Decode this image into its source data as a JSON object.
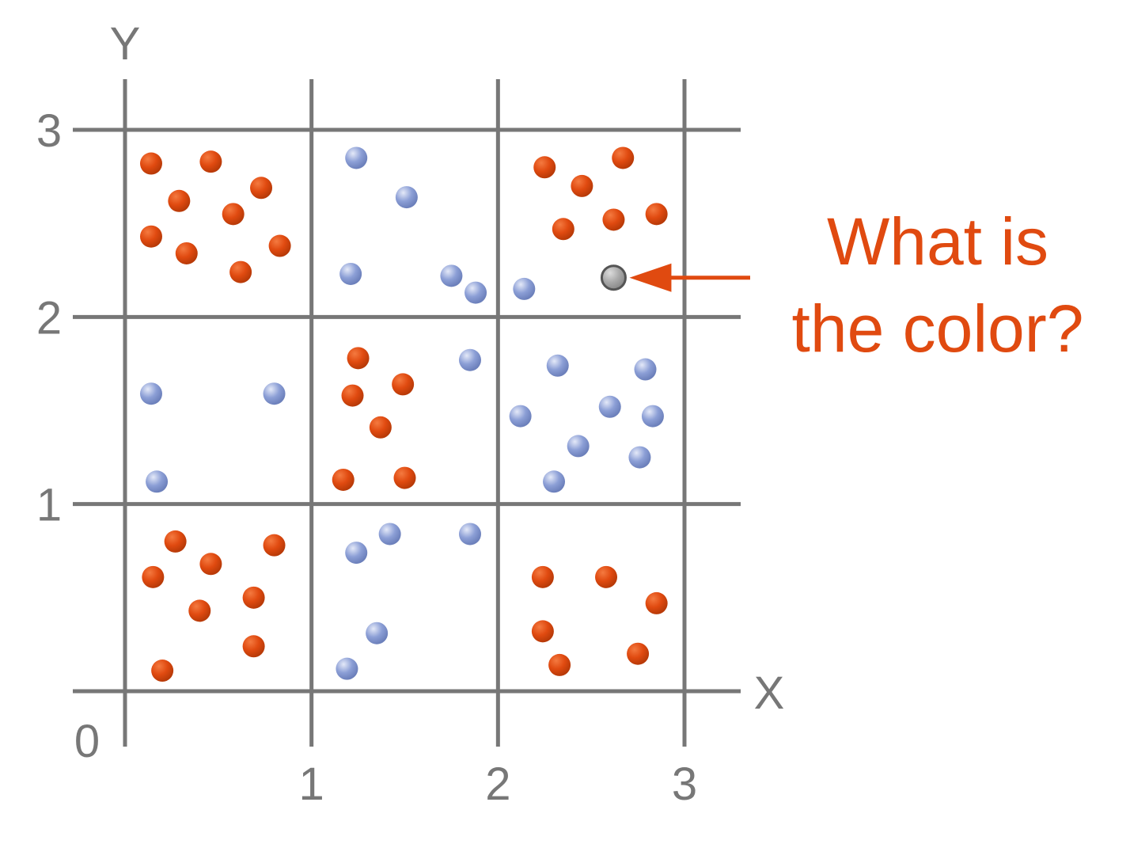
{
  "chart_data": {
    "type": "scatter",
    "title": "",
    "xlabel": "X",
    "ylabel": "Y",
    "origin_label": "0",
    "xlim": [
      0,
      3
    ],
    "ylim": [
      0,
      3
    ],
    "x_ticks": [
      "1",
      "2",
      "3"
    ],
    "y_ticks": [
      "1",
      "2",
      "3"
    ],
    "grid": true,
    "colors": {
      "orange": "#e04a10",
      "blue": "#8c9fd6",
      "unknown": "#aaaaaa",
      "grid": "#777777"
    },
    "series": [
      {
        "color": "orange",
        "points": [
          [
            0.14,
            2.82
          ],
          [
            0.46,
            2.83
          ],
          [
            0.29,
            2.62
          ],
          [
            0.73,
            2.69
          ],
          [
            0.58,
            2.55
          ],
          [
            0.14,
            2.43
          ],
          [
            0.33,
            2.34
          ],
          [
            0.83,
            2.38
          ],
          [
            0.62,
            2.24
          ],
          [
            1.25,
            1.78
          ],
          [
            1.49,
            1.64
          ],
          [
            1.22,
            1.58
          ],
          [
            1.37,
            1.41
          ],
          [
            1.17,
            1.13
          ],
          [
            1.5,
            1.14
          ],
          [
            2.25,
            2.8
          ],
          [
            2.67,
            2.85
          ],
          [
            2.45,
            2.7
          ],
          [
            2.35,
            2.47
          ],
          [
            2.62,
            2.52
          ],
          [
            2.85,
            2.55
          ],
          [
            0.27,
            0.8
          ],
          [
            0.8,
            0.78
          ],
          [
            0.15,
            0.61
          ],
          [
            0.46,
            0.68
          ],
          [
            0.69,
            0.5
          ],
          [
            0.4,
            0.43
          ],
          [
            0.69,
            0.24
          ],
          [
            0.2,
            0.11
          ],
          [
            2.24,
            0.61
          ],
          [
            2.58,
            0.61
          ],
          [
            2.85,
            0.47
          ],
          [
            2.24,
            0.32
          ],
          [
            2.33,
            0.14
          ],
          [
            2.75,
            0.2
          ]
        ]
      },
      {
        "color": "blue",
        "points": [
          [
            1.24,
            2.85
          ],
          [
            1.51,
            2.64
          ],
          [
            1.21,
            2.23
          ],
          [
            1.75,
            2.22
          ],
          [
            1.88,
            2.13
          ],
          [
            2.14,
            2.15
          ],
          [
            0.14,
            1.59
          ],
          [
            0.8,
            1.59
          ],
          [
            0.17,
            1.12
          ],
          [
            1.85,
            1.77
          ],
          [
            2.32,
            1.74
          ],
          [
            2.79,
            1.72
          ],
          [
            2.12,
            1.47
          ],
          [
            2.6,
            1.52
          ],
          [
            2.83,
            1.47
          ],
          [
            2.43,
            1.31
          ],
          [
            2.76,
            1.25
          ],
          [
            2.3,
            1.12
          ],
          [
            1.42,
            0.84
          ],
          [
            1.85,
            0.84
          ],
          [
            1.24,
            0.74
          ],
          [
            1.35,
            0.31
          ],
          [
            1.19,
            0.12
          ]
        ]
      }
    ],
    "query_point": {
      "x": 2.62,
      "y": 2.21,
      "color": "unknown"
    },
    "annotation": {
      "line1": "What is",
      "line2": "the color?",
      "color": "#e04a10"
    }
  }
}
